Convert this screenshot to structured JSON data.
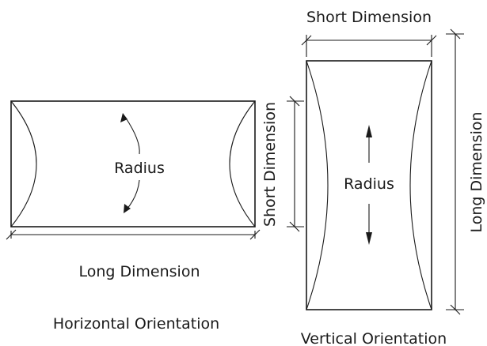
{
  "horizontal": {
    "radius_label": "Radius",
    "short_dimension_label": "Short Dimension",
    "long_dimension_label": "Long Dimension",
    "caption": "Horizontal Orientation"
  },
  "vertical": {
    "radius_label": "Radius",
    "short_dimension_label": "Short Dimension",
    "long_dimension_label": "Long Dimension",
    "caption": "Vertical Orientation"
  }
}
